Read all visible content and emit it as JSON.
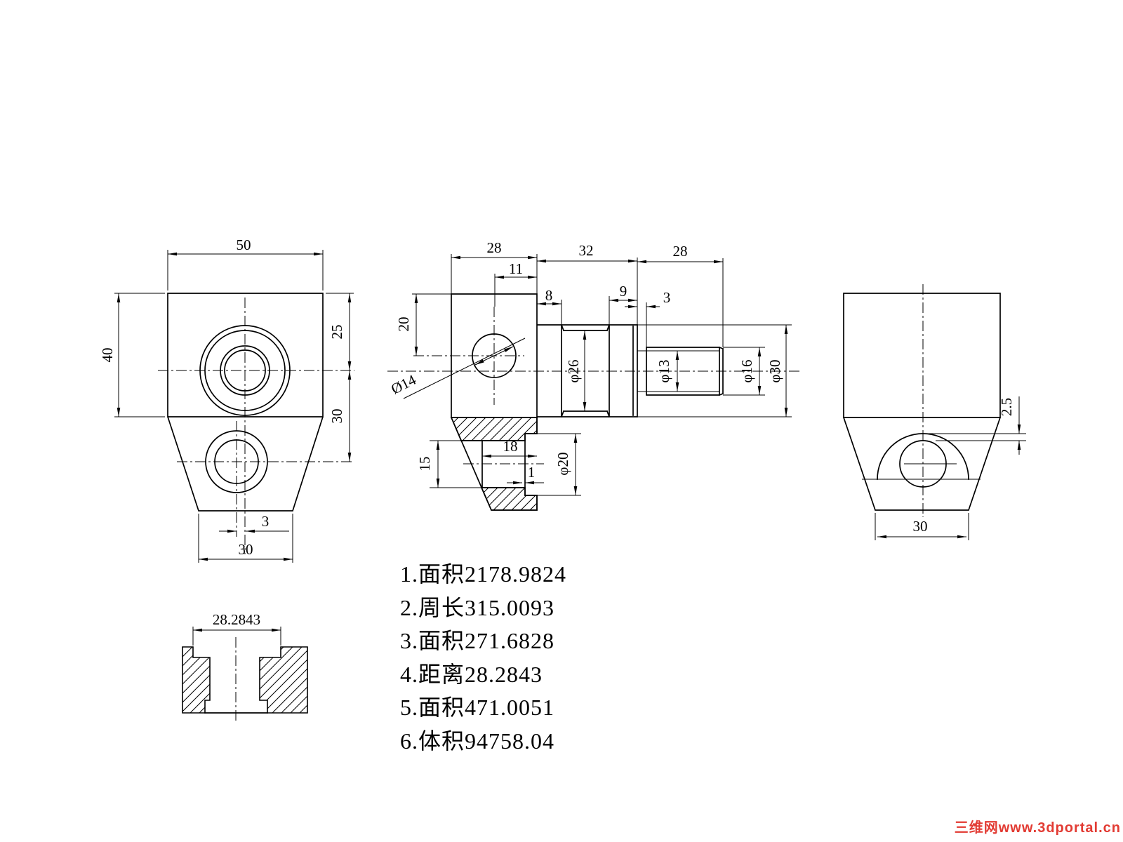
{
  "drawing": {
    "front": {
      "top_width": "50",
      "left_height": "40",
      "top_to_center": "25",
      "center_to_center": "30",
      "hole_offset": "3",
      "bottom_width": "30"
    },
    "side": {
      "block_len": "28",
      "mid_len": "32",
      "shaft_len": "28",
      "hole_from_face": "11",
      "step_left": "8",
      "step_right": "9",
      "relief_width": "3",
      "hole_from_top": "20",
      "hole_dia": "Ø14",
      "groove_dia": "φ26",
      "relief_dia": "φ13",
      "shaft_dia": "φ16",
      "body_dia": "φ30",
      "slot_height": "15",
      "slot_depth": "18",
      "step_width": "1",
      "cbore_dia": "φ20"
    },
    "right_view": {
      "boss_step": "2.5",
      "bottom_width": "30"
    },
    "detail": {
      "slot_width": "28.2843"
    }
  },
  "notes": [
    "1.面积2178.9824",
    "2.周长315.0093",
    "3.面积271.6828",
    "4.距离28.2843",
    "5.面积471.0051",
    "6.体积94758.04"
  ],
  "watermark": "三维网www.3dportal.cn",
  "colors": {
    "line": "#000000",
    "watermark": "#e23b33",
    "background": "#ffffff"
  }
}
